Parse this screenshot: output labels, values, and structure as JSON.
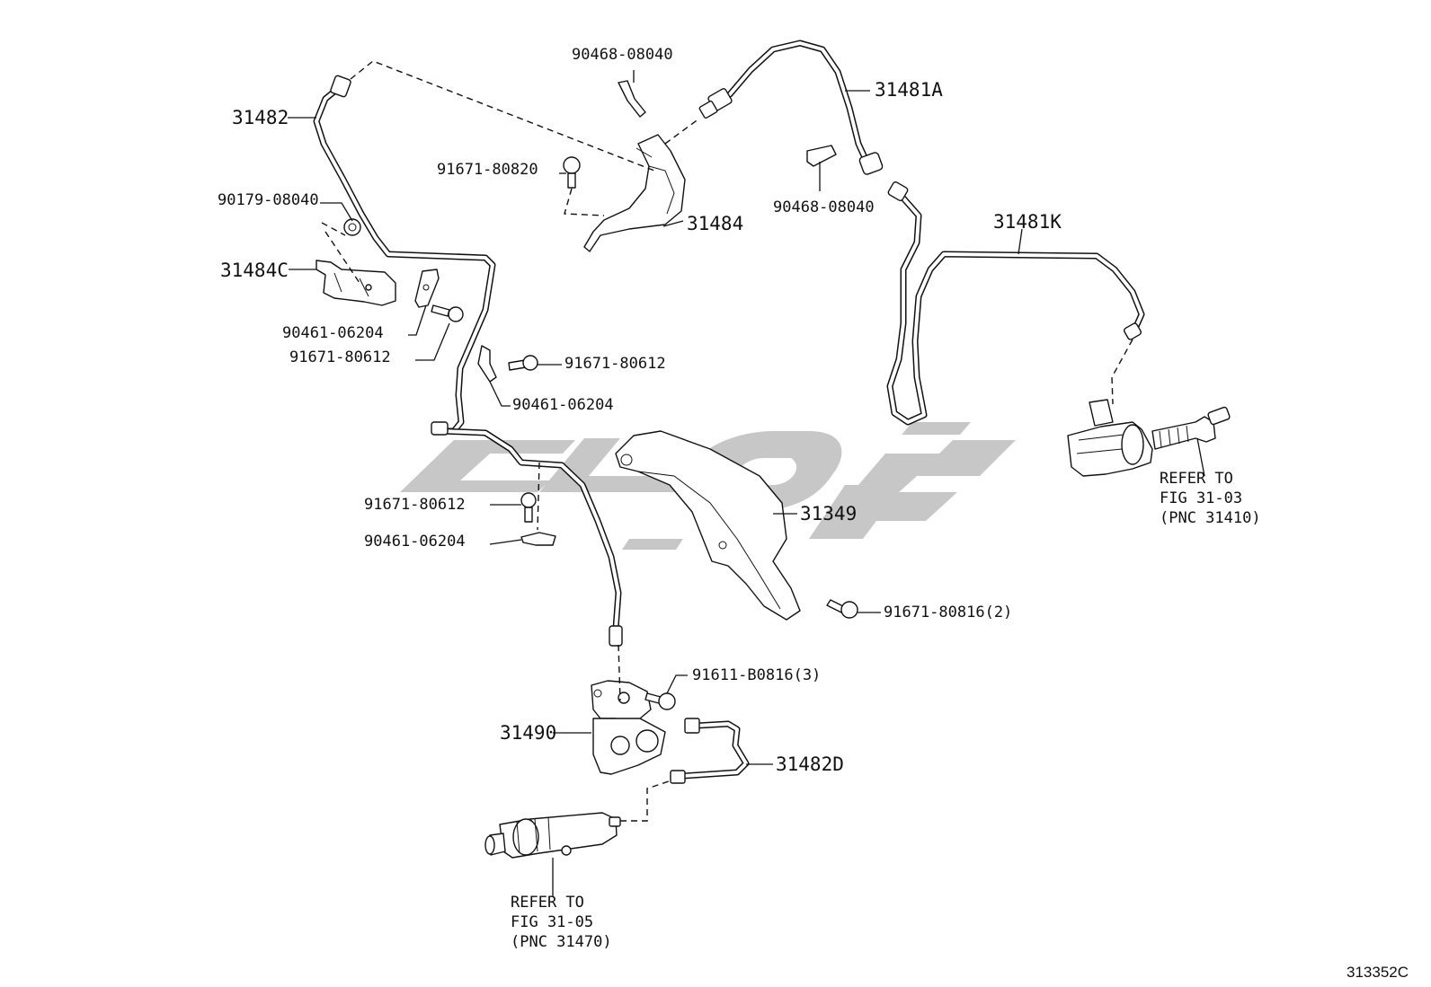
{
  "diagram_code": "313352C",
  "labels": {
    "p31482": "31482",
    "p31481A": "31481A",
    "p31481K": "31481K",
    "p31484": "31484",
    "p31484C": "31484C",
    "p31349": "31349",
    "p31490": "31490",
    "p31482D": "31482D",
    "clip_top": "90468-08040",
    "clip_right": "90468-08040",
    "bolt_bracket": "91671-80820",
    "nut_left": "90179-08040",
    "clamp_left": "90461-06204",
    "bolt_left": "91671-80612",
    "bolt_mid": "91671-80612",
    "clamp_mid": "90461-06204",
    "bolt_low": "91671-80612",
    "clamp_low": "90461-06204",
    "bolt_cover": "91671-80816(2)",
    "bolt_junction": "91611-B0816(3)"
  },
  "refs": {
    "master_cylinder": [
      "REFER TO",
      "FIG 31-03",
      "(PNC 31410)"
    ],
    "release_cylinder": [
      "REFER TO",
      "FIG 31-05",
      "(PNC 31470)"
    ]
  },
  "watermark": {
    "color": "#bdbdbd"
  }
}
